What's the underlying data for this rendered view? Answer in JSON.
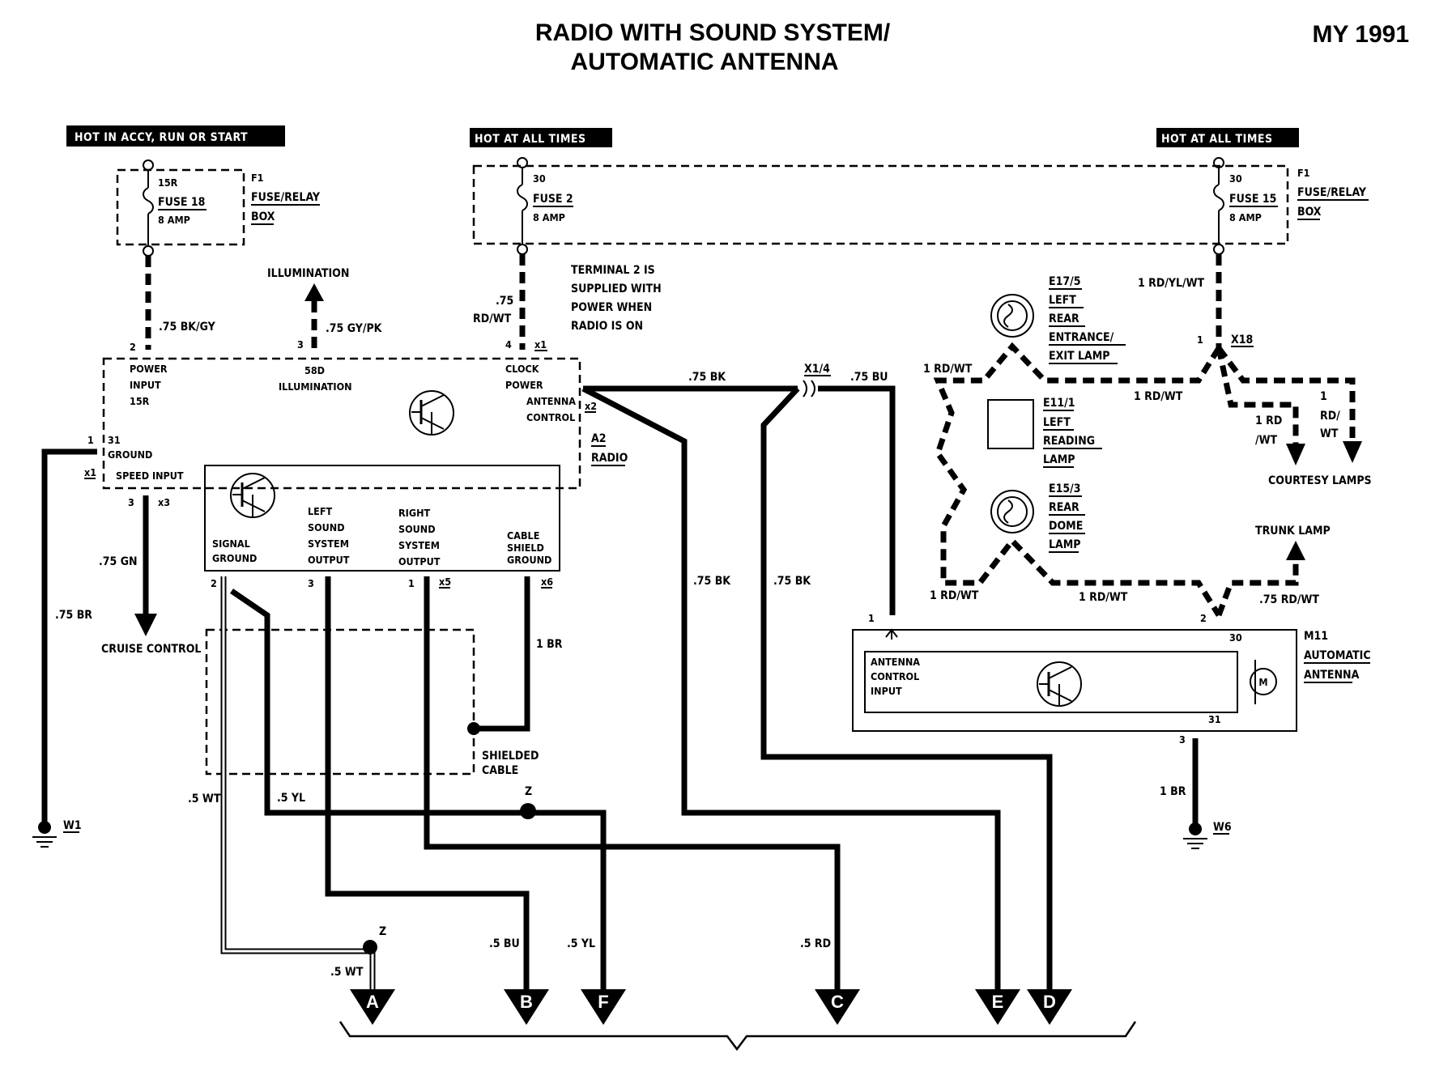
{
  "title": {
    "line1": "RADIO WITH SOUND SYSTEM/",
    "line2": "AUTOMATIC ANTENNA",
    "model_year": "MY 1991"
  },
  "headers": {
    "hot_accy": "HOT IN ACCY, RUN OR START",
    "hot_all_times_1": "HOT AT ALL TIMES",
    "hot_all_times_2": "HOT AT ALL TIMES"
  },
  "fuses": {
    "fuse18": {
      "pin": "15R",
      "name": "FUSE 18",
      "rating": "8 AMP"
    },
    "fuse2": {
      "pin": "30",
      "name": "FUSE 2",
      "rating": "8 AMP"
    },
    "fuse15": {
      "pin": "30",
      "name": "FUSE 15",
      "rating": "8 AMP"
    },
    "box_label_left": [
      "F1",
      "FUSE/RELAY",
      "BOX"
    ],
    "box_label_right": [
      "F1",
      "FUSE/RELAY",
      "BOX"
    ]
  },
  "wires": {
    "bk_gy": ".75 BK/GY",
    "gy_pk": ".75 GY/PK",
    "rd_wt_75a": ".75",
    "rd_wt_75b": "RD/WT",
    "bk_top": ".75 BK",
    "bu_top": ".75 BU",
    "x1_4": "X1/4",
    "gn": ".75 GN",
    "br_w1": ".75 BR",
    "br_1": "1 BR",
    "bk_left": ".75 BK",
    "bk_right": ".75 BK",
    "wt_5": ".5 WT",
    "yl_5": ".5 YL",
    "wt_5b": ".5 WT",
    "bu_5": ".5 BU",
    "yl_5b": ".5 YL",
    "rd_5": ".5 RD",
    "rd_yl_wt": "1 RD/YL/WT",
    "rd_wt_1a": "1 RD/WT",
    "rd_wt_1b": "1 RD/WT",
    "rd_wt_1c": "1 RD/WT",
    "rd_wt_1d": "1 RD/WT",
    "rd_wt_75c": ".75 RD/WT",
    "rd_a": "1 RD",
    "rd_b": "/WT",
    "rd_c": "1",
    "rd_d": "RD/",
    "rd_e": "WT",
    "br_w6": "1 BR"
  },
  "notes": {
    "illumination": "ILLUMINATION",
    "terminal": [
      "TERMINAL 2 IS",
      "SUPPLIED WITH",
      "POWER WHEN",
      "RADIO IS ON"
    ],
    "cruise": "CRUISE CONTROL",
    "shielded": [
      "SHIELDED",
      "CABLE"
    ],
    "courtesy": "COURTESY LAMPS",
    "trunk": "TRUNK LAMP"
  },
  "radio": {
    "id": [
      "A2",
      "RADIO"
    ],
    "power_input": [
      "POWER",
      "INPUT",
      "15R"
    ],
    "illum": [
      "58D",
      "ILLUMINATION"
    ],
    "clock": [
      "CLOCK",
      "POWER",
      "ANTENNA",
      "CONTROL"
    ],
    "ground": [
      "31",
      "GROUND"
    ],
    "speed": "SPEED INPUT",
    "signal_ground": [
      "SIGNAL",
      "GROUND"
    ],
    "left_out": [
      "LEFT",
      "SOUND",
      "SYSTEM",
      "OUTPUT"
    ],
    "right_out": [
      "RIGHT",
      "SOUND",
      "SYSTEM",
      "OUTPUT"
    ],
    "cable_shield": [
      "CABLE",
      "SHIELD",
      "GROUND"
    ]
  },
  "pins": {
    "p2": "2",
    "p3": "3",
    "p4": "4",
    "x1a": "x1",
    "x2": "x2",
    "p1": "1",
    "x1b": "x1",
    "p3b": "3",
    "x3": "x3",
    "s2": "2",
    "s3": "3",
    "s1": "1",
    "x5": "x5",
    "x6": "x6",
    "ant1": "1",
    "x18_1": "1",
    "x18": "X18",
    "m2": "2",
    "m30": "30",
    "m31": "31",
    "m3": "3",
    "z1": "Z",
    "z2": "Z"
  },
  "lamps": {
    "e17": [
      "E17/5",
      "LEFT",
      "REAR",
      "ENTRANCE/",
      "EXIT LAMP"
    ],
    "e11": [
      "E11/1",
      "LEFT",
      "READING",
      "LAMP"
    ],
    "e15": [
      "E15/3",
      "REAR",
      "DOME",
      "LAMP"
    ]
  },
  "antenna": {
    "input": [
      "ANTENNA",
      "CONTROL",
      "INPUT"
    ],
    "id": [
      "M11",
      "AUTOMATIC",
      "ANTENNA"
    ],
    "motor": "M"
  },
  "grounds": {
    "w1": "W1",
    "w6": "W6"
  },
  "connectors": [
    "A",
    "B",
    "F",
    "C",
    "E",
    "D"
  ]
}
